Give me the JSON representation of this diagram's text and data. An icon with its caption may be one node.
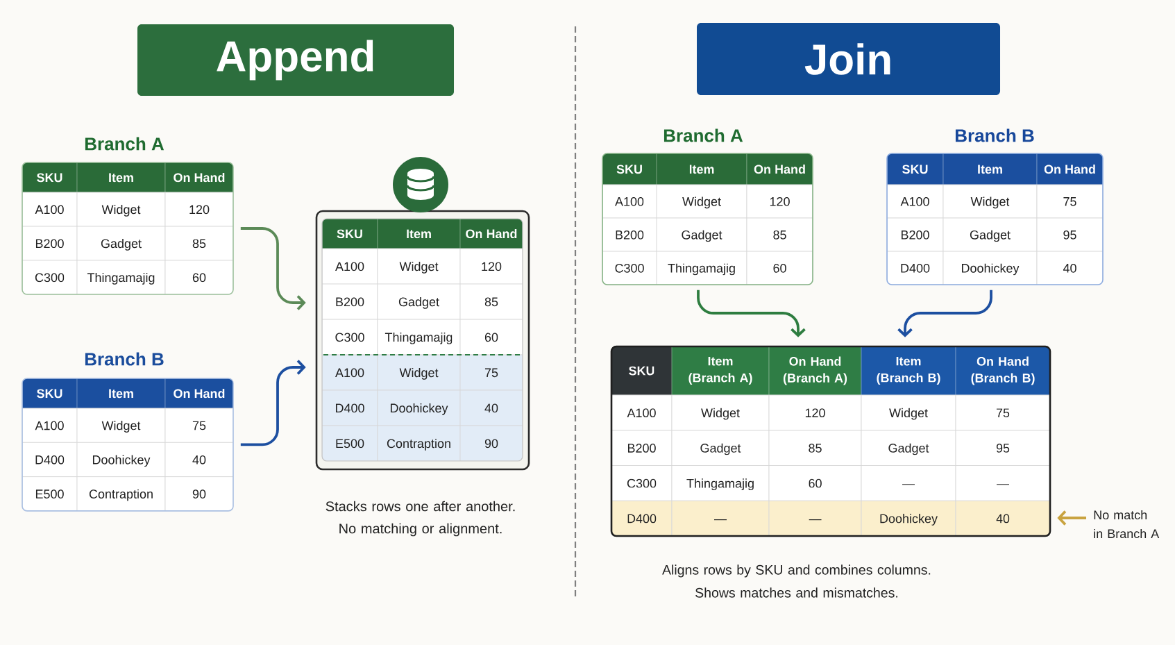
{
  "diagram": {
    "nodes": [
      {
        "text": [
          "Append"
        ]
      },
      {
        "text": [
          "Join"
        ]
      },
      {
        "text": [
          "Branch A",
          "SKU",
          "Item",
          "On Hand",
          "A100",
          "Widget",
          "120",
          "B200",
          "Gadget",
          "85",
          "C300",
          "Thingamajig",
          "60"
        ]
      },
      {
        "text": [
          "Branch B",
          "SKU",
          "Item",
          "On Hand",
          "A100",
          "Widget",
          "75",
          "D400",
          "Doohickey",
          "40",
          "E500",
          "Contraption",
          "90"
        ]
      },
      {
        "text": [
          "SKU",
          "Item",
          "On Hand",
          "A100",
          "Widget",
          "120",
          "B200",
          "Gadget",
          "85",
          "C300",
          "Thingamajig",
          "60",
          "A100",
          "Widget",
          "75",
          "D400",
          "Doohickey",
          "40",
          "E500",
          "Contraption",
          "90"
        ]
      },
      {
        "text": [
          "Branch A",
          "SKU",
          "Item",
          "On Hand",
          "A100",
          "Widget",
          "120",
          "B200",
          "Gadget",
          "85",
          "C300",
          "Thingamajig",
          "60"
        ]
      },
      {
        "text": [
          "Branch B",
          "SKU",
          "Item",
          "On Hand",
          "A100",
          "Widget",
          "75",
          "B200",
          "Gadget",
          "95",
          "D400",
          "Doohickey",
          "40"
        ]
      },
      {
        "text": [
          "SKU",
          "Item (Branch A)",
          "On Hand (Branch A)",
          "Item (Branch B)",
          "On Hand (Branch B)",
          "A100",
          "Widget",
          "120",
          "Widget",
          "75",
          "B200",
          "Gadget",
          "85",
          "Gadget",
          "95",
          "C300",
          "Thingamajig",
          "60",
          "—",
          "—",
          "D400",
          "—",
          "—",
          "Doohickey",
          "40"
        ]
      },
      {
        "text": [
          "No match in Branch A"
        ]
      }
    ],
    "edges": [
      {
        "from": 2,
        "to": 4,
        "arrow": "to",
        "color": "#5b8a57"
      },
      {
        "from": 3,
        "to": 4,
        "arrow": "to",
        "color": "#1d4fa0"
      },
      {
        "from": 5,
        "to": 7,
        "arrow": "to",
        "color": "#2e7d40"
      },
      {
        "from": 6,
        "to": 7,
        "arrow": "to",
        "color": "#1d4fa0"
      },
      {
        "from": 8,
        "to": 7,
        "arrow": "to",
        "color": "#c9a340"
      }
    ],
    "labels": [
      "Stacks rows one after another. No matching or alignment.",
      "Aligns rows by SKU and combines columns. Shows matches and mismatches."
    ]
  }
}
